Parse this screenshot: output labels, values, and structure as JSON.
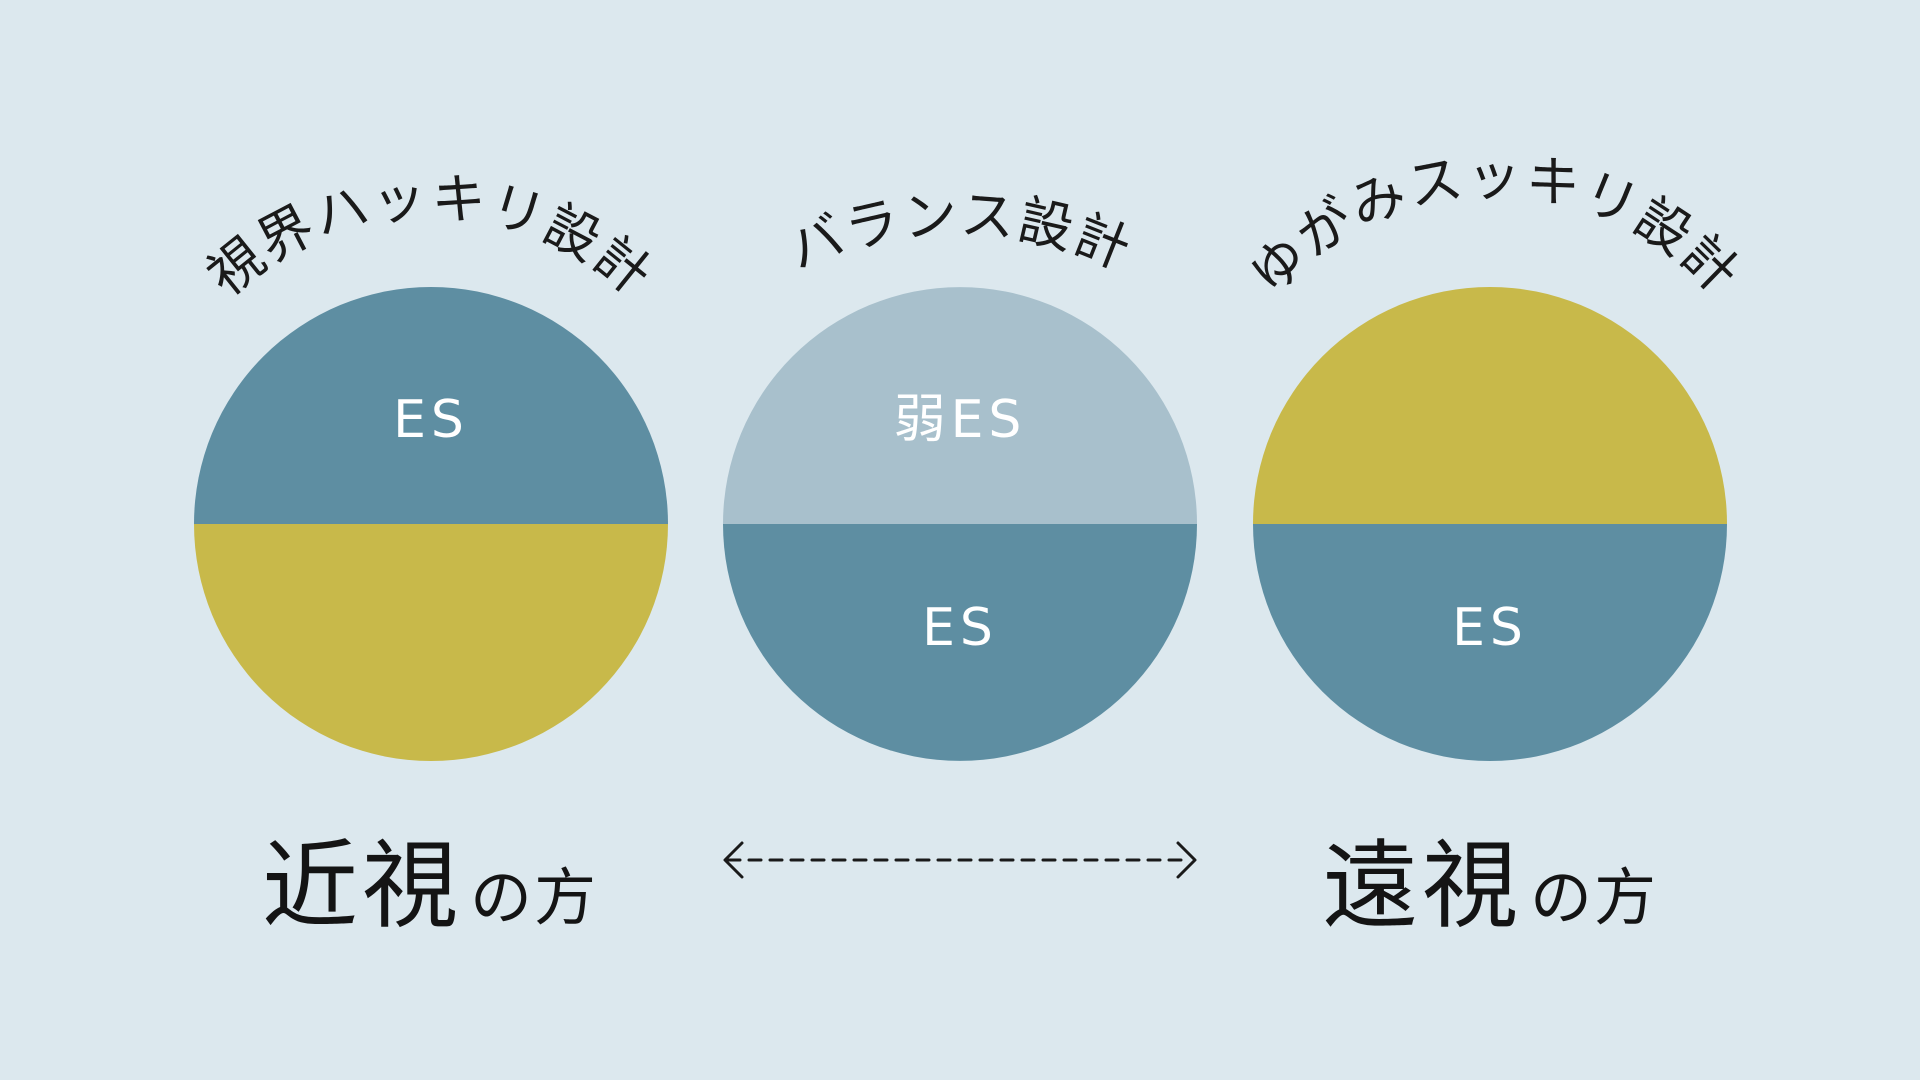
{
  "lenses": [
    {
      "title": "視界ハッキリ設計",
      "top_label": "ES",
      "bottom_label": "",
      "top_color": "#5e8ea2",
      "bottom_color": "#c8b94a"
    },
    {
      "title": "バランス設計",
      "top_label": "弱ES",
      "bottom_label": "ES",
      "top_color": "#a8c0cc",
      "bottom_color": "#5e8ea2"
    },
    {
      "title": "ゆがみスッキリ設計",
      "top_label": "",
      "bottom_label": "ES",
      "top_color": "#c8b94a",
      "bottom_color": "#5e8ea2"
    }
  ],
  "bottom": {
    "left": {
      "main": "近視",
      "suffix": "の方"
    },
    "right": {
      "main": "遠視",
      "suffix": "の方"
    }
  },
  "colors": {
    "background": "#dce8ee",
    "arrow": "#1a1a1a"
  }
}
